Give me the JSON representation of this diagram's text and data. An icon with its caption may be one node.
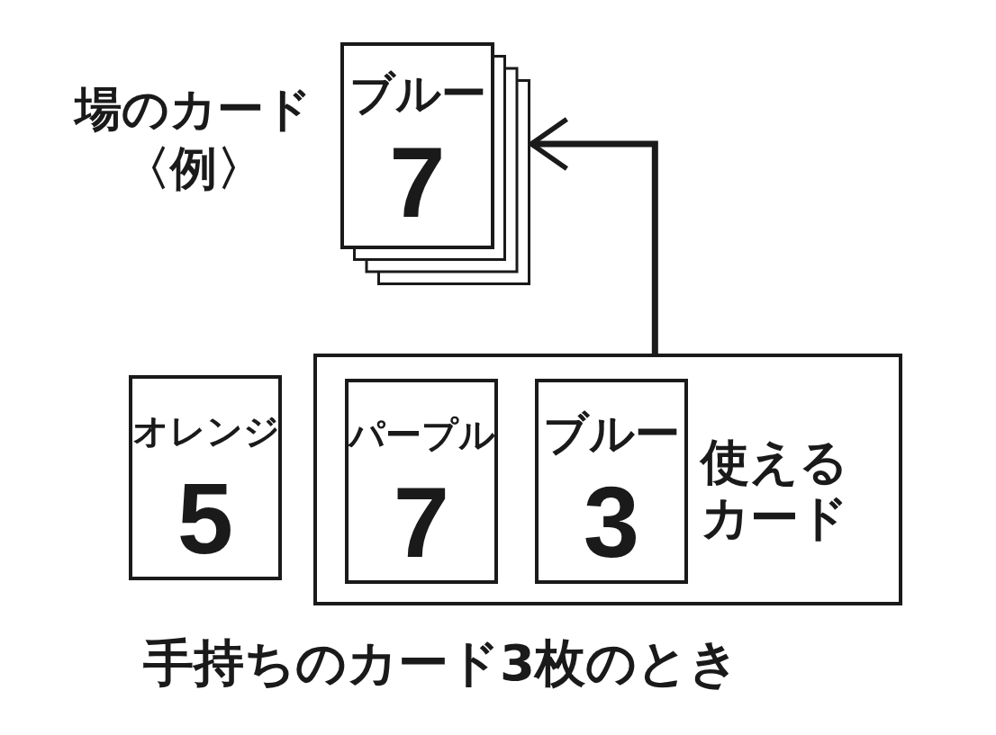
{
  "diagram": {
    "caption": "手持ちのカード3枚のとき",
    "nodes": [
      {
        "text": [
          "ブルー",
          "7"
        ],
        "beside": [
          "場のカード〈例〉"
        ]
      },
      {
        "text": [
          "オレンジ",
          "5"
        ]
      },
      {
        "text": [
          "使えるカード"
        ]
      },
      {
        "text": [
          "パープル",
          "7"
        ],
        "in": 2
      },
      {
        "text": [
          "ブルー",
          "3"
        ],
        "in": 2
      }
    ],
    "edges": [
      {
        "from": 2,
        "to": 0,
        "arrow": "to"
      }
    ]
  }
}
